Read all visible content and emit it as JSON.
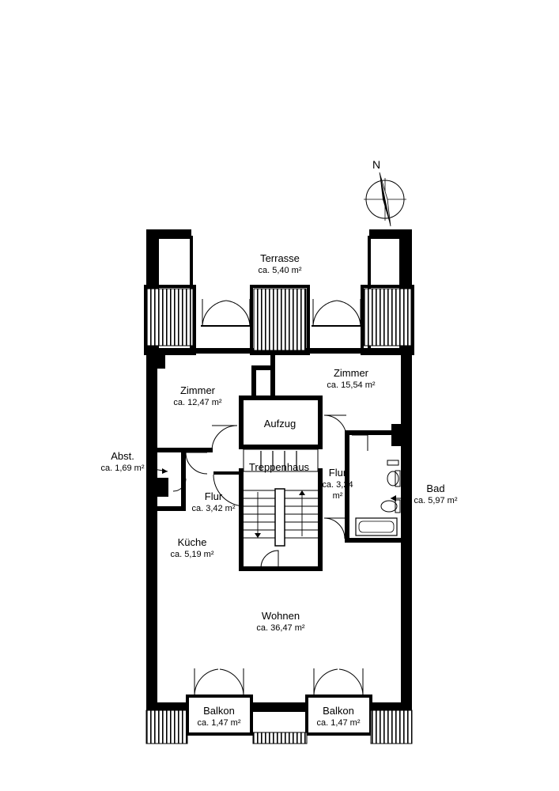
{
  "compass": {
    "north_label": "N"
  },
  "rooms": {
    "terrasse": {
      "name": "Terrasse",
      "area": "ca. 5,40 m²"
    },
    "zimmer_left": {
      "name": "Zimmer",
      "area": "ca. 12,47 m²"
    },
    "zimmer_right": {
      "name": "Zimmer",
      "area": "ca. 15,54 m²"
    },
    "aufzug": {
      "name": "Aufzug"
    },
    "treppenhaus": {
      "name": "Treppenhaus"
    },
    "abst": {
      "name": "Abst.",
      "area": "ca. 1,69 m²"
    },
    "flur_left": {
      "name": "Flur",
      "area": "ca. 3,42 m²"
    },
    "flur_right": {
      "name": "Flur",
      "area_line1": "ca. 3,24",
      "area_line2": "m²"
    },
    "bad": {
      "name": "Bad",
      "area": "ca. 5,97 m²"
    },
    "kueche": {
      "name": "Küche",
      "area": "ca. 5,19 m²"
    },
    "wohnen": {
      "name": "Wohnen",
      "area": "ca. 36,47 m²"
    },
    "balkon_left": {
      "name": "Balkon",
      "area": "ca. 1,47 m²"
    },
    "balkon_right": {
      "name": "Balkon",
      "area": "ca. 1,47 m²"
    }
  }
}
